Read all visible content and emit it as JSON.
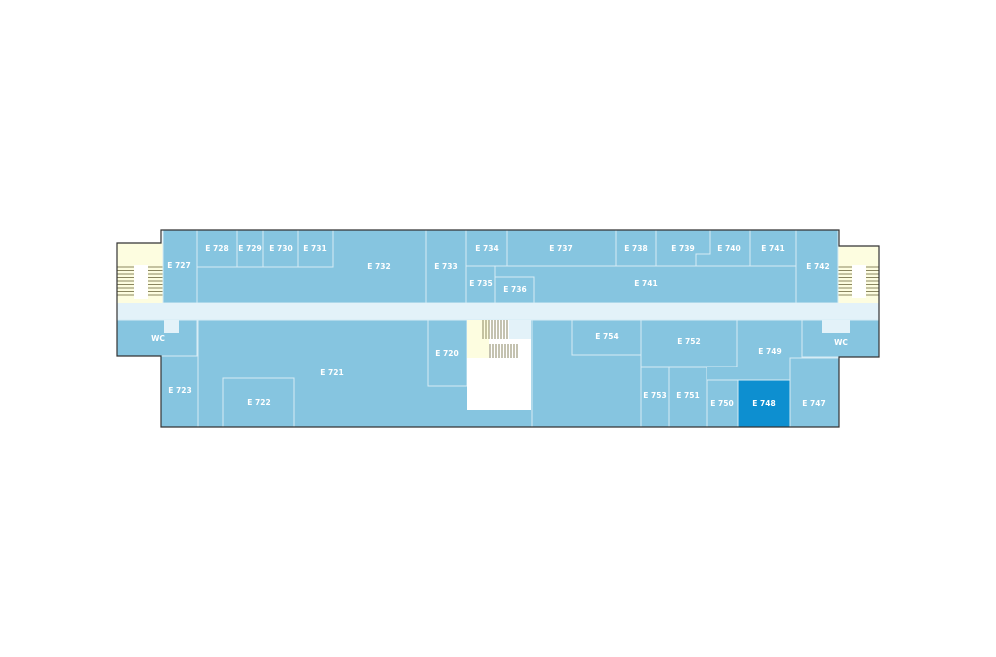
{
  "map": {
    "highlight_color": "#0d8fd0",
    "room_color": "#86c5e0",
    "corridor_color": "#e3f2f9",
    "stair_color": "#fdfde0",
    "rooms": {
      "e727": "E 727",
      "e728": "E 728",
      "e729": "E 729",
      "e730": "E 730",
      "e731": "E 731",
      "e732": "E 732",
      "e733": "E 733",
      "e734": "E 734",
      "e735": "E 735",
      "e736": "E 736",
      "e737": "E 737",
      "e738": "E 738",
      "e739": "E 739",
      "e740": "E 740",
      "e741_top": "E 741",
      "e741": "E 741",
      "e742": "E 742",
      "wc_left": "WC",
      "wc_right": "WC",
      "e720": "E 720",
      "e721": "E 721",
      "e722": "E 722",
      "e723": "E 723",
      "e747": "E 747",
      "e748": "E 748",
      "e749": "E 749",
      "e750": "E 750",
      "e751": "E 751",
      "e752": "E 752",
      "e753": "E 753",
      "e754": "E 754"
    },
    "selected_room": "E 748"
  }
}
